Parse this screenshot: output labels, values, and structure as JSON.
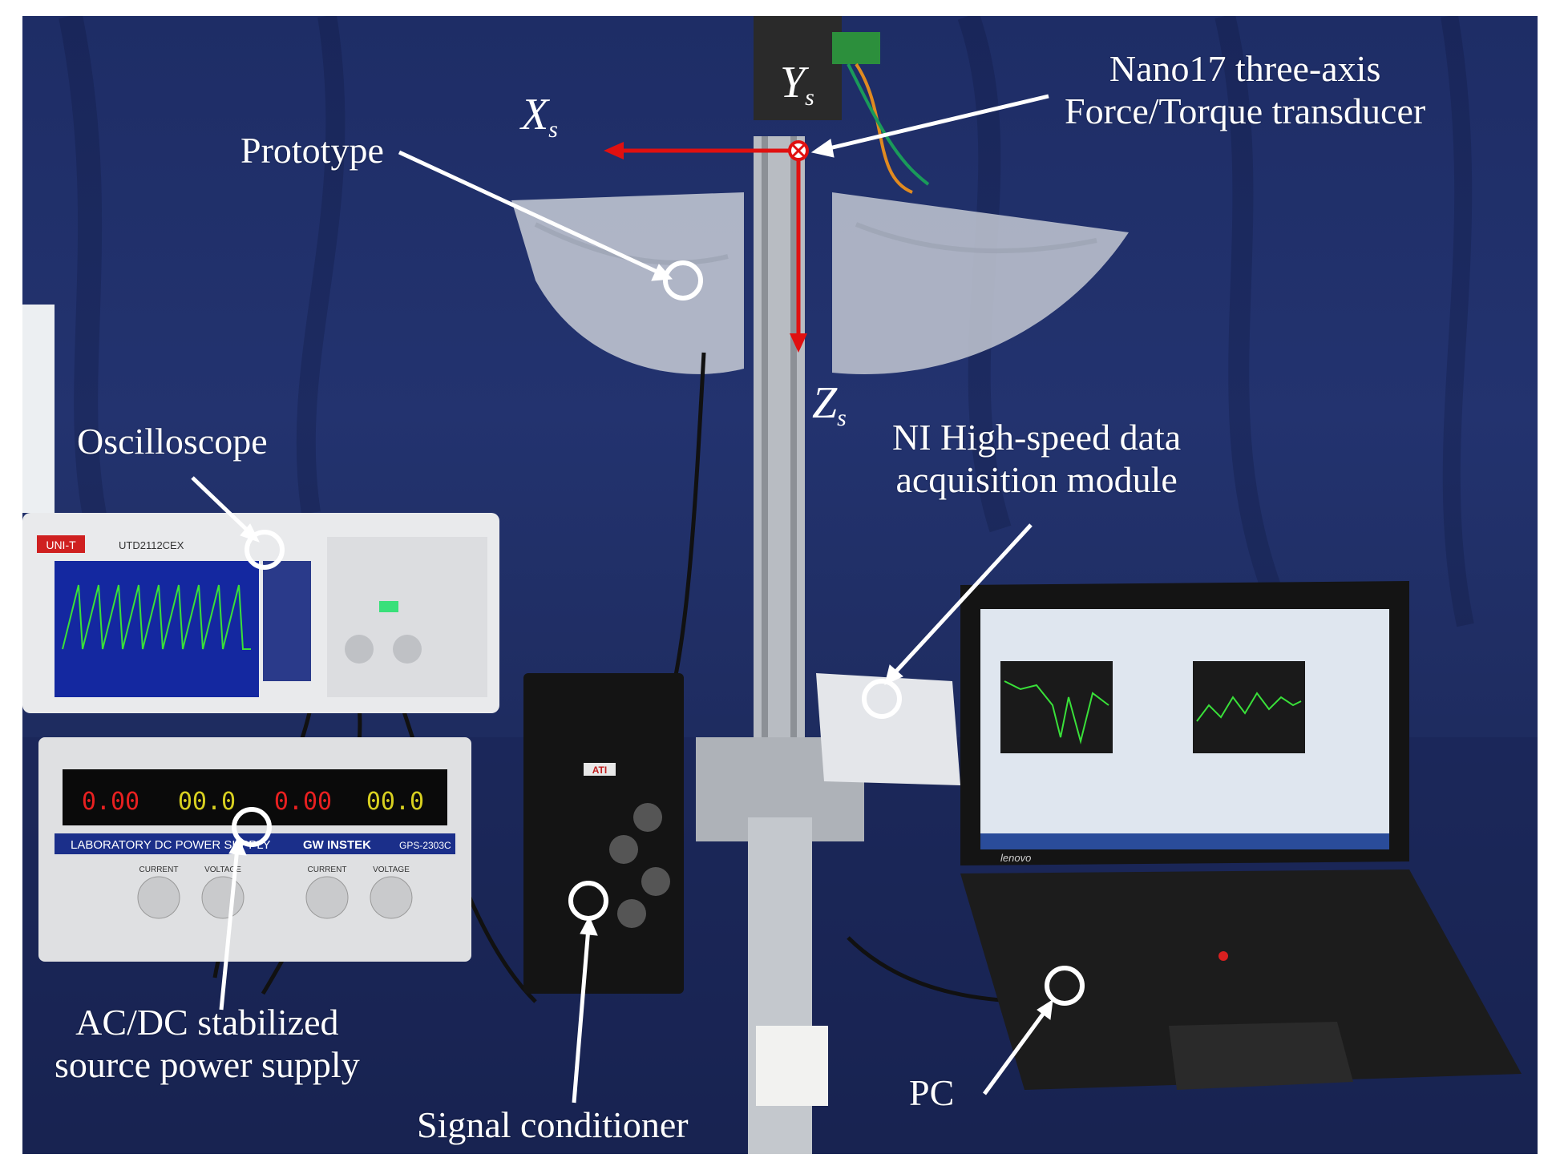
{
  "labels": {
    "prototype": "Prototype",
    "nano17_line1": "Nano17 three-axis",
    "nano17_line2": "Force/Torque transducer",
    "oscilloscope": "Oscilloscope",
    "ni_line1": "NI High-speed data",
    "ni_line2": "acquisition module",
    "power_line1": "AC/DC stabilized",
    "power_line2": "source power supply",
    "signal_conditioner": "Signal conditioner",
    "pc": "PC"
  },
  "axes": {
    "x": "X",
    "y": "Y",
    "z": "Z",
    "sub": "s"
  },
  "device_text": {
    "scope_brand": "UNI-T",
    "scope_model": "UTD2112CEX",
    "psu_brand": "GW INSTEK",
    "psu_model": "GPS-2303C",
    "psu_title": "LABORATORY DC POWER SUPPLY",
    "psu_readouts": [
      "0.00",
      "00.0",
      "0.00",
      "00.0"
    ],
    "psu_knob_labels": [
      "CURRENT",
      "VOLTAGE",
      "CURRENT",
      "VOLTAGE"
    ],
    "conditioner_brand": "ATI",
    "laptop_brand": "lenovo"
  },
  "colors": {
    "backdrop": "#1f2d68",
    "arrow_red": "#e01010",
    "marker_white": "#ffffff",
    "scope_screen": "#1428a0",
    "signal_green": "#39e039"
  }
}
